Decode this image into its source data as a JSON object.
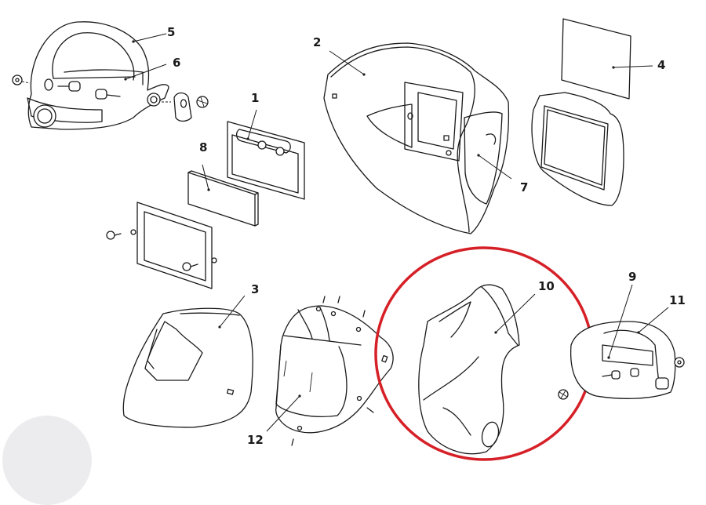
{
  "diagram": {
    "type": "exploded-parts-diagram",
    "subject": "welding helmet components",
    "highlight": {
      "part": "10",
      "shape": "circle",
      "color": "#d62027"
    },
    "parts": [
      {
        "id": "1",
        "label": "1",
        "description": "auto-darkening filter cartridge with two knobs"
      },
      {
        "id": "2",
        "label": "2",
        "description": "helmet shell (front view)"
      },
      {
        "id": "3",
        "label": "3",
        "description": "helmet shell (side view)"
      },
      {
        "id": "4",
        "label": "4",
        "description": "outer cover lens"
      },
      {
        "id": "5",
        "label": "5",
        "description": "headgear top strap"
      },
      {
        "id": "6",
        "label": "6",
        "description": "sweatband"
      },
      {
        "id": "7",
        "label": "7",
        "description": "helmet side panel / inner shell"
      },
      {
        "id": "8",
        "label": "8",
        "description": "inner cover lens"
      },
      {
        "id": "9",
        "label": "9",
        "description": "headgear sweatband (alternate)"
      },
      {
        "id": "10",
        "label": "10",
        "description": "fabric hood / head cover"
      },
      {
        "id": "11",
        "label": "11",
        "description": "headgear assembly"
      },
      {
        "id": "12",
        "label": "12",
        "description": "faceshield with visor and screws"
      }
    ],
    "extras": {
      "lens_frame": "filter retaining frame with two thumb screws",
      "cover_frame": "outer lens frame / gasket"
    }
  },
  "labels": {
    "l1": "1",
    "l2": "2",
    "l3": "3",
    "l4": "4",
    "l5": "5",
    "l6": "6",
    "l7": "7",
    "l8": "8",
    "l9": "9",
    "l10": "10",
    "l11": "11",
    "l12": "12"
  },
  "colors": {
    "line": "#1a1a1a",
    "highlight": "#d62027",
    "background": "#ffffff",
    "corner_blob": "#ececee"
  }
}
